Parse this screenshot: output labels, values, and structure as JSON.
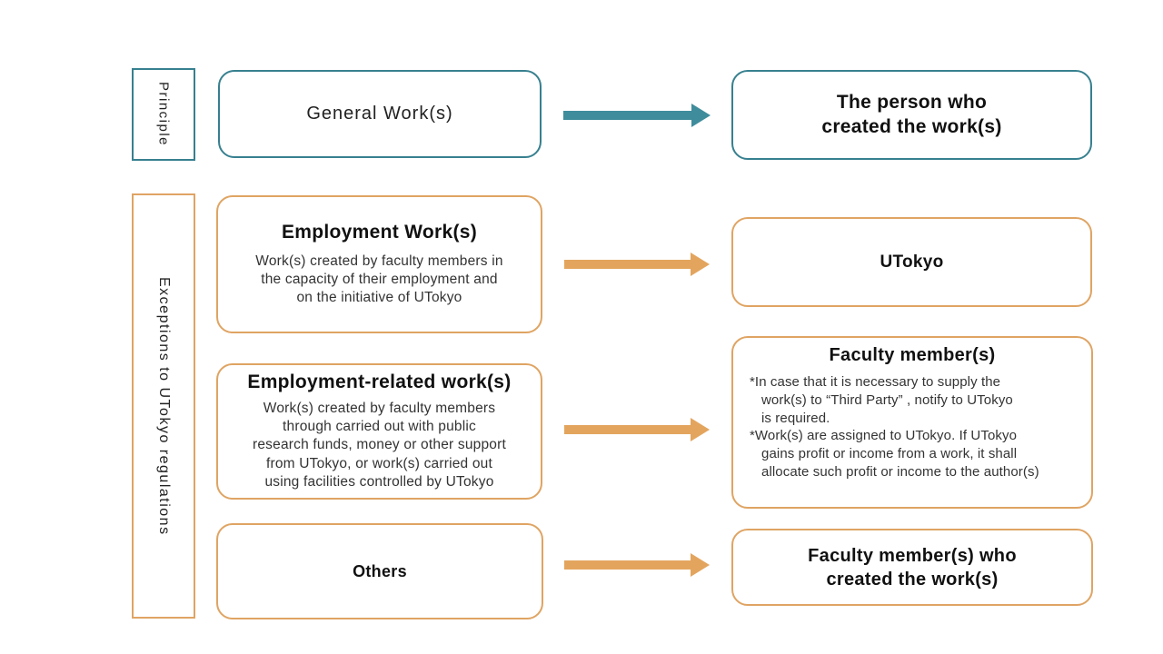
{
  "colors": {
    "teal": "#37808F",
    "teal_arrow": "#3F8C9C",
    "orange": "#DFA463",
    "orange_arrow": "#E3A55E",
    "background": "#FFFFFF"
  },
  "labels": {
    "principle": "Principle",
    "exceptions": "Exceptions to UTokyo regulations"
  },
  "rows": [
    {
      "id": "general",
      "source": {
        "title": "General Work(s)"
      },
      "result": {
        "title": "The person who\ncreated the work(s)"
      }
    },
    {
      "id": "employment",
      "source": {
        "title": "Employment Work(s)",
        "body": "Work(s) created by faculty members in\nthe capacity of their employment and\non the initiative of UTokyo"
      },
      "result": {
        "title": "UTokyo"
      }
    },
    {
      "id": "employment-related",
      "source": {
        "title": "Employment-related work(s)",
        "body": "Work(s) created by faculty members\nthrough carried out with public\nresearch funds, money or other support\nfrom UTokyo, or work(s) carried out\nusing facilities controlled by UTokyo"
      },
      "result": {
        "title": "Faculty member(s)",
        "notes": [
          "*In case that it is necessary to supply the\nwork(s) to “Third Party” , notify to UTokyo\nis required.",
          "*Work(s) are assigned to UTokyo. If UTokyo\ngains profit or income from a work, it shall\nallocate such profit or income to the author(s)"
        ]
      }
    },
    {
      "id": "others",
      "source": {
        "title": "Others"
      },
      "result": {
        "title": "Faculty member(s) who\ncreated the work(s)"
      }
    }
  ]
}
